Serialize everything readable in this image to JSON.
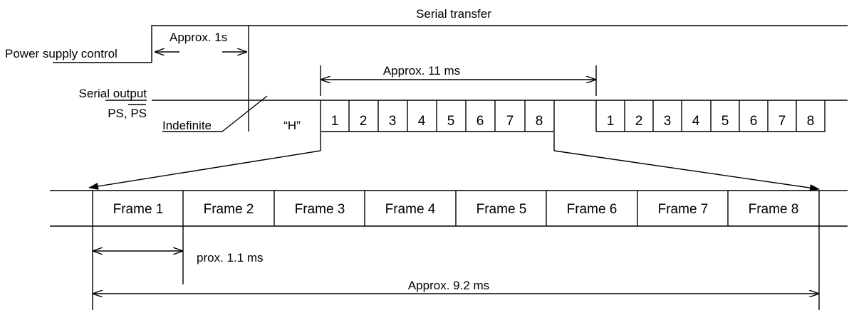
{
  "title": "Serial transfer",
  "signals": {
    "power": "Power supply control",
    "power_plain": "Power ",
    "power_underlined": "supply control",
    "output_line1": "Serial output",
    "output_line2_a": "PS, ",
    "output_line2_b": "PS"
  },
  "states": {
    "indefinite": "Indefinite",
    "high": "“H”"
  },
  "timings": {
    "power_delay": "Approx. 1s",
    "cycle": "Approx. 11 ms",
    "frame": "prox. 1.1 ms",
    "total": "Approx. 9.2 ms"
  },
  "bits_group_1": [
    "1",
    "2",
    "3",
    "4",
    "5",
    "6",
    "7",
    "8"
  ],
  "bits_group_2": [
    "1",
    "2",
    "3",
    "4",
    "5",
    "6",
    "7",
    "8"
  ],
  "frames": [
    "Frame 1",
    "Frame 2",
    "Frame 3",
    "Frame 4",
    "Frame 5",
    "Frame 6",
    "Frame 7",
    "Frame 8"
  ]
}
